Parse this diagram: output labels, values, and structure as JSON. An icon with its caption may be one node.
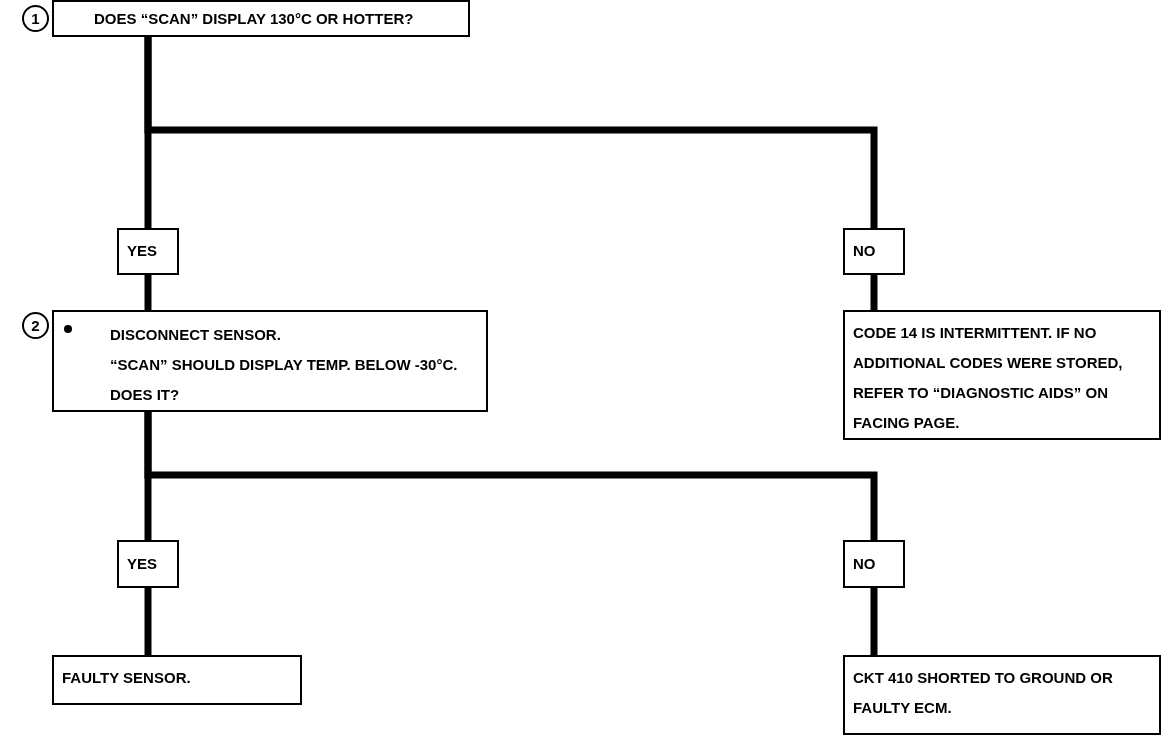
{
  "diagram": {
    "nodes": [
      {
        "text": [
          "1"
        ]
      },
      {
        "text": [
          "DOES “SCAN” DISPLAY 130°C OR HOTTER?"
        ]
      },
      {
        "text": [
          "YES"
        ]
      },
      {
        "text": [
          "NO"
        ]
      },
      {
        "text": [
          "2"
        ]
      },
      {
        "text": [
          "DISCONNECT SENSOR.",
          "“SCAN” SHOULD DISPLAY TEMP. BELOW -30°C. DOES IT?"
        ]
      },
      {
        "text": [
          "CODE 14 IS INTERMITTENT. IF NO ADDITIONAL CODES WERE STORED, REFER TO “DIAGNOSTIC AIDS” ON FACING PAGE."
        ]
      },
      {
        "text": [
          "YES"
        ]
      },
      {
        "text": [
          "NO"
        ]
      },
      {
        "text": [
          "FAULTY SENSOR."
        ]
      },
      {
        "text": [
          "CKT 410 SHORTED TO GROUND OR FAULTY ECM."
        ]
      }
    ],
    "edges": [
      {
        "from": 1,
        "to": 2,
        "arrow": "none"
      },
      {
        "from": 1,
        "to": 3,
        "arrow": "none"
      },
      {
        "from": 2,
        "to": 5,
        "arrow": "none"
      },
      {
        "from": 3,
        "to": 6,
        "arrow": "none"
      },
      {
        "from": 5,
        "to": 7,
        "arrow": "none"
      },
      {
        "from": 5,
        "to": 8,
        "arrow": "none"
      },
      {
        "from": 7,
        "to": 9,
        "arrow": "none"
      },
      {
        "from": 8,
        "to": 10,
        "arrow": "none"
      }
    ]
  }
}
